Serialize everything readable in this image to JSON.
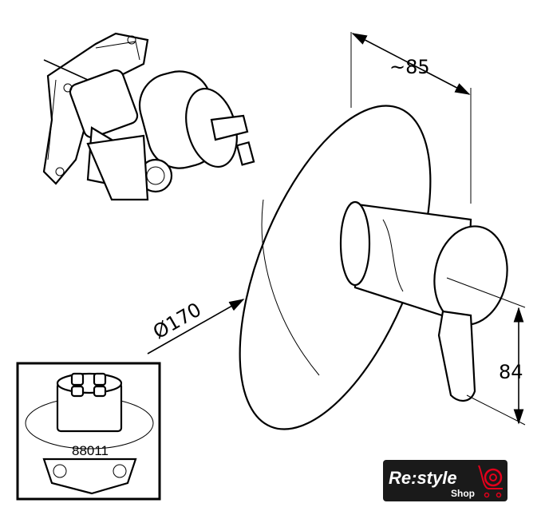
{
  "dimensions": {
    "depth": "~85",
    "diameter": "Ø170",
    "lever_height": "84"
  },
  "inset": {
    "part_number": "88011"
  },
  "logo": {
    "brand": "Re:style",
    "sub": "Shop",
    "accent_color": "#e3001b",
    "bg_color": "#1a1a1a"
  }
}
